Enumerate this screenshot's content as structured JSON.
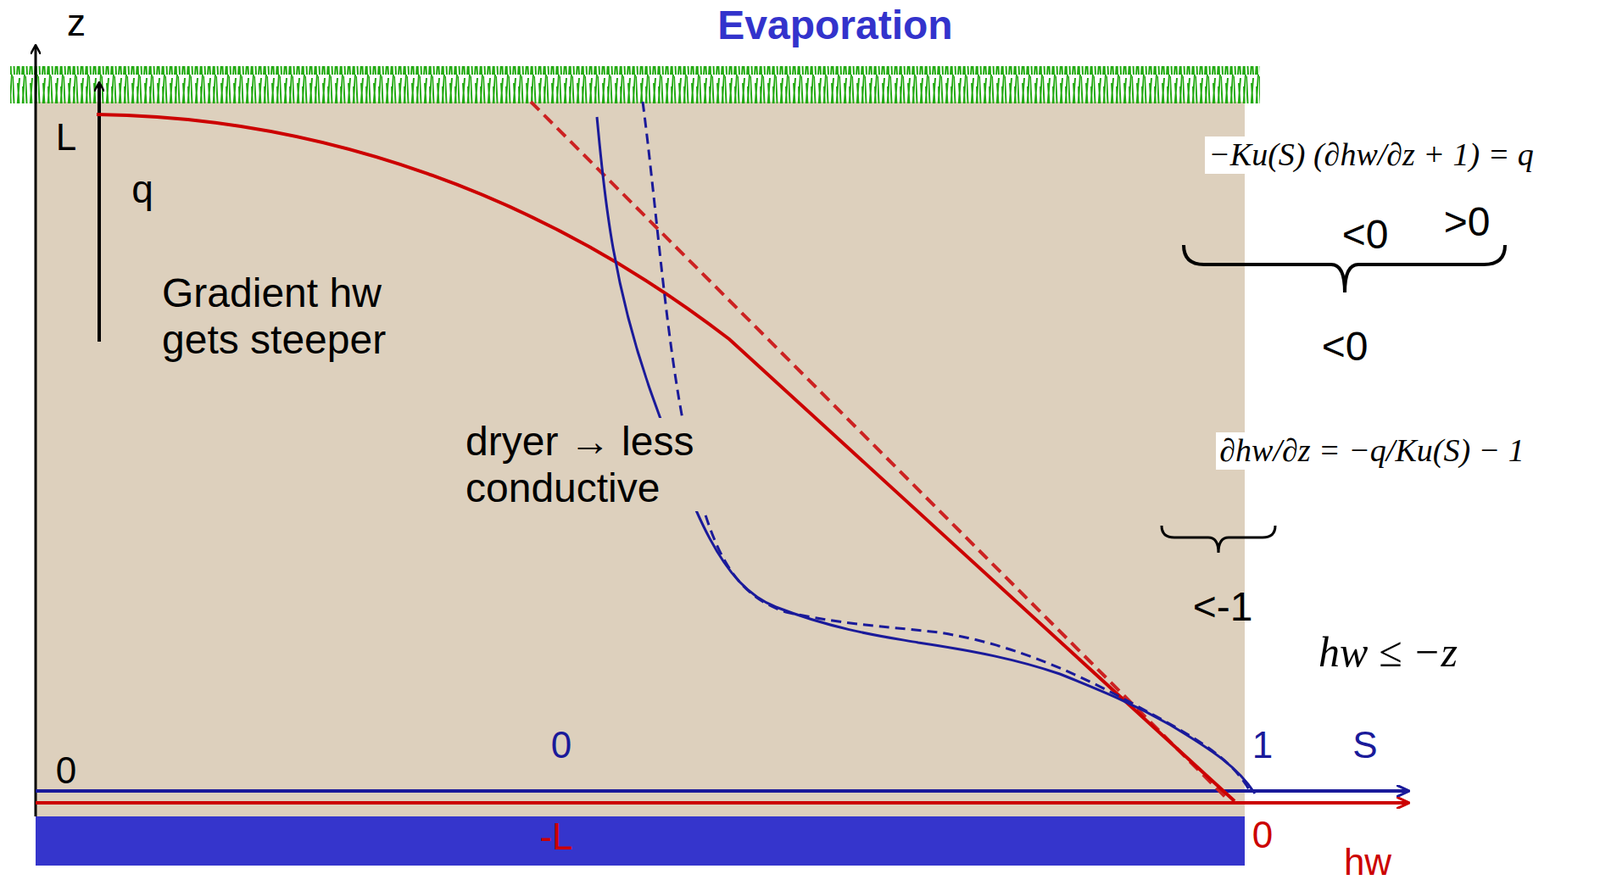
{
  "diagram": {
    "title": "Evaporation",
    "labels": [
      "z",
      "L",
      "q",
      "Gradient hw gets steeper",
      "dryer → less conductive",
      "−Ku(S) (∂hw/∂z + 1) = q",
      "<0",
      ">0",
      "<0",
      "∂hw/∂z = −q/Ku(S) − 1",
      "<-1",
      "hw ≤ −z",
      "0",
      "0",
      "1",
      "S",
      "-L",
      "0",
      "hw"
    ]
  }
}
